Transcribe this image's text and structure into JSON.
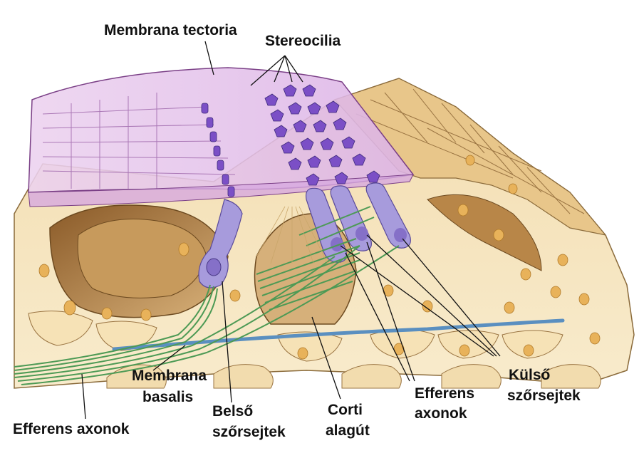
{
  "labels": {
    "membrana_tectoria": "Membrana tectoria",
    "stereocilia": "Stereocilia",
    "membrana_basalis_1": "Membrana",
    "membrana_basalis_2": "basalis",
    "efferens_axonok_left": "Efferens axonok",
    "belso_1": "Belső",
    "belso_2": "szőrsejtek",
    "corti_1": "Corti",
    "corti_2": "alagút",
    "efferens_1": "Efferens",
    "efferens_2": "axonok",
    "kulso_1": "Külső",
    "kulso_2": "szőrsejtek"
  },
  "colors": {
    "tectoria": "#e3c3ea",
    "tectoria_edge": "#7a3f86",
    "hair_cell": "#a79bdc",
    "hair_cell_nucleus": "#8570c8",
    "stereocilia": "#7b4fc6",
    "tissue_light": "#f7e5bf",
    "tissue_mid": "#e9c98e",
    "tissue_dark": "#b98a4a",
    "tissue_deep": "#8f6432",
    "nerve_fiber": "#4d9a55",
    "basilar_membrane": "#5a8fc0",
    "nucleus": "#e8b25a"
  }
}
